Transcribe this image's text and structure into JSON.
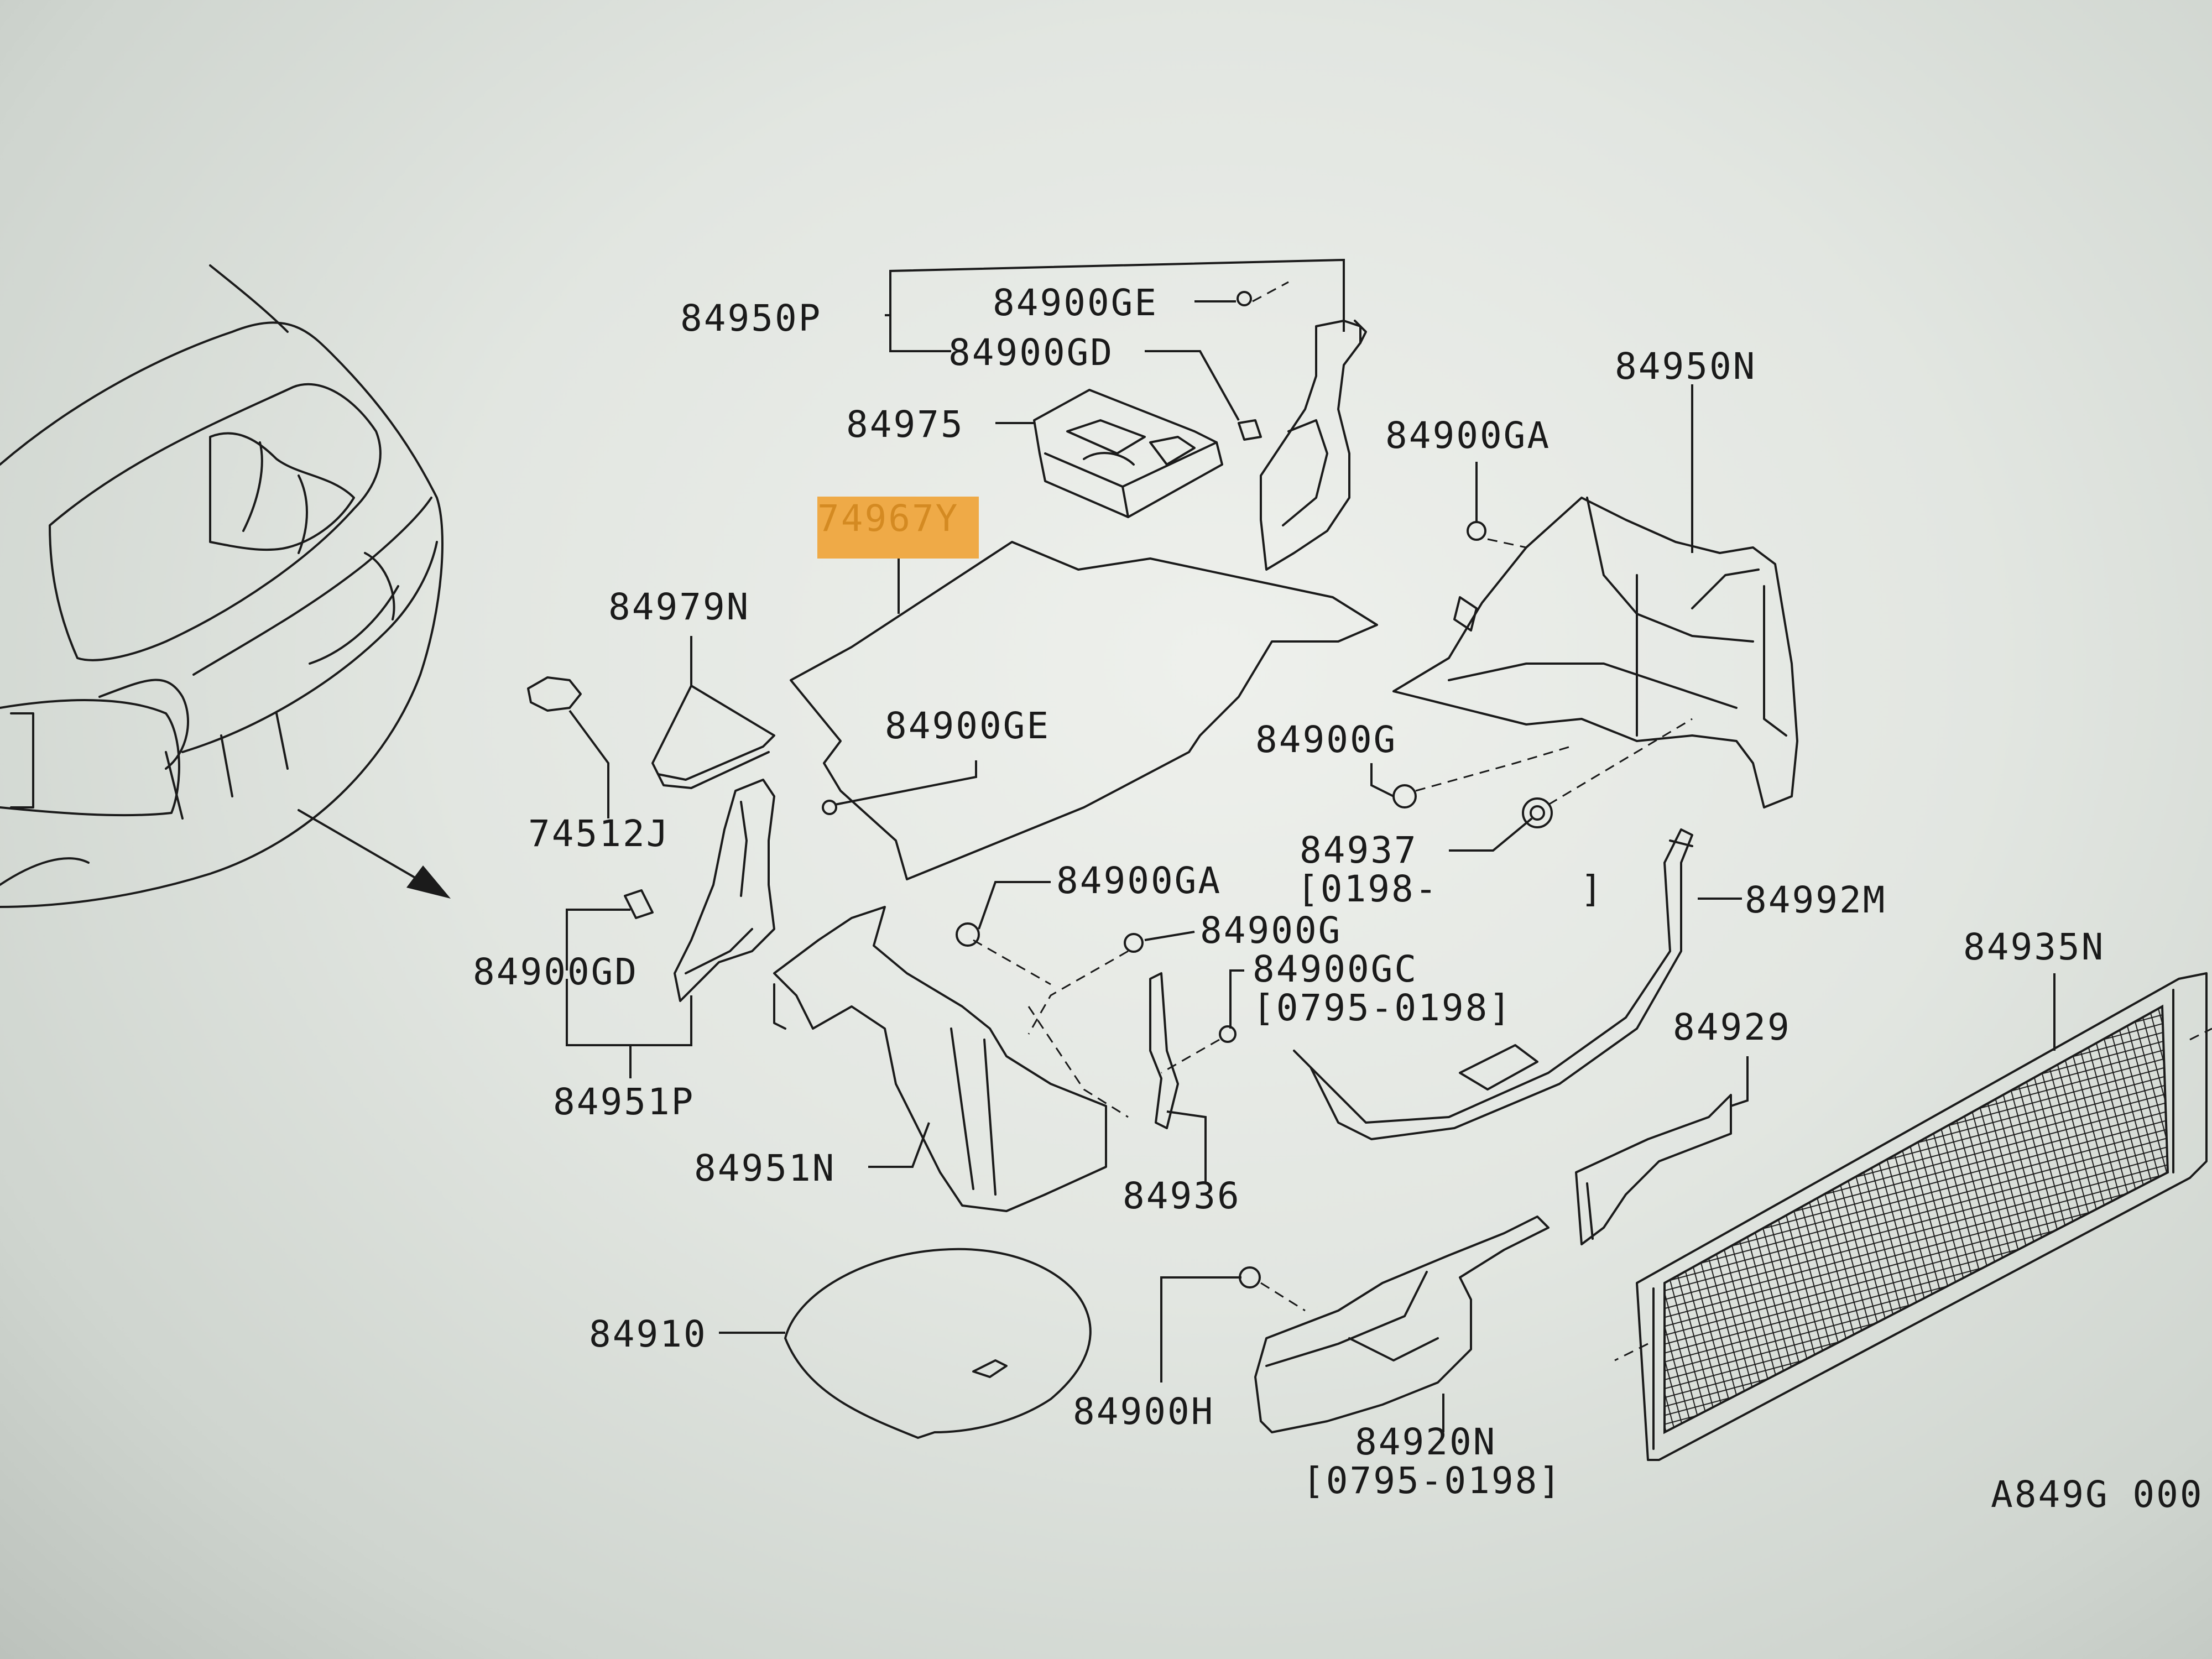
{
  "diagram": {
    "callouts": [
      {
        "id": "84950P",
        "text": "84950P"
      },
      {
        "id": "84900GE-top",
        "text": "84900GE"
      },
      {
        "id": "84900GD-top",
        "text": "84900GD"
      },
      {
        "id": "84975",
        "text": "84975"
      },
      {
        "id": "84950N",
        "text": "84950N"
      },
      {
        "id": "84900GA-right",
        "text": "84900GA"
      },
      {
        "id": "74967Y",
        "text": "74967Y",
        "highlighted": true
      },
      {
        "id": "84979N",
        "text": "84979N"
      },
      {
        "id": "84900GE-mid",
        "text": "84900GE"
      },
      {
        "id": "84900G-right",
        "text": "84900G"
      },
      {
        "id": "74512J",
        "text": "74512J"
      },
      {
        "id": "84937",
        "text": "84937"
      },
      {
        "id": "84937-range",
        "text": "[0198-      ]"
      },
      {
        "id": "84992M",
        "text": "84992M"
      },
      {
        "id": "84900GA-mid",
        "text": "84900GA"
      },
      {
        "id": "84900G-mid",
        "text": "84900G"
      },
      {
        "id": "84935N",
        "text": "84935N"
      },
      {
        "id": "84900GD-left",
        "text": "84900GD"
      },
      {
        "id": "84900GC",
        "text": "84900GC"
      },
      {
        "id": "84900GC-range",
        "text": "[0795-0198]"
      },
      {
        "id": "84929",
        "text": "84929"
      },
      {
        "id": "84951P",
        "text": "84951P"
      },
      {
        "id": "84951N",
        "text": "84951N"
      },
      {
        "id": "84936",
        "text": "84936"
      },
      {
        "id": "84910",
        "text": "84910"
      },
      {
        "id": "84900H",
        "text": "84900H"
      },
      {
        "id": "84920N",
        "text": "84920N"
      },
      {
        "id": "84920N-range",
        "text": "[0795-0198]"
      },
      {
        "id": "diagram-code",
        "text": "A849G 000"
      }
    ],
    "highlight_color": "#f0a335"
  }
}
